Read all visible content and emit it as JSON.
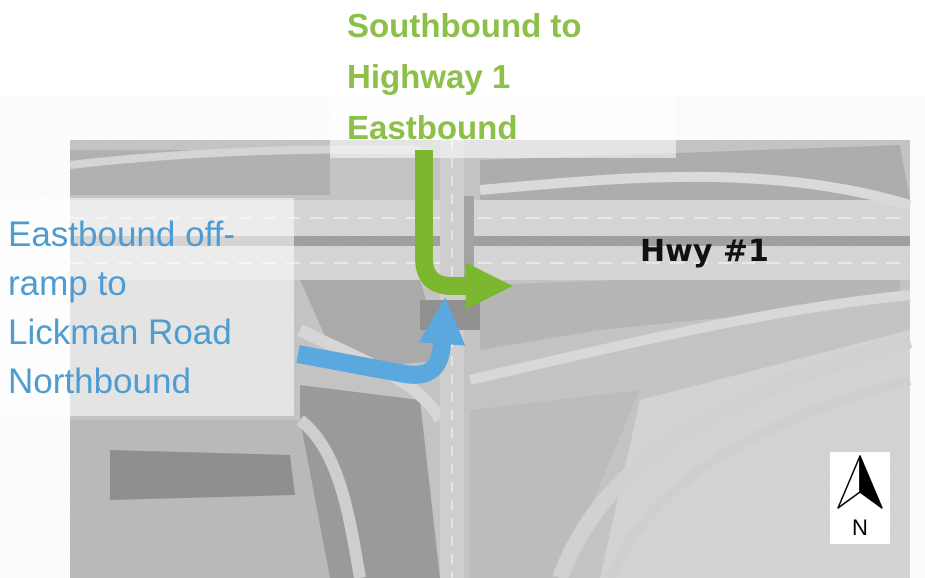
{
  "labels": {
    "green_lines": [
      "Southbound to",
      "Highway 1",
      "Eastbound"
    ],
    "blue_lines": [
      "Eastbound off-",
      "ramp to",
      "Lickman Road",
      "Northbound"
    ],
    "highway": "Hwy #1",
    "north": "N"
  },
  "colors": {
    "green_route": "#7cb82f",
    "blue_route": "#5aa8de",
    "green_text": "#8cc04a",
    "blue_text": "#4f9cd0"
  },
  "icons": {
    "north_arrow": "north-arrow-icon"
  }
}
